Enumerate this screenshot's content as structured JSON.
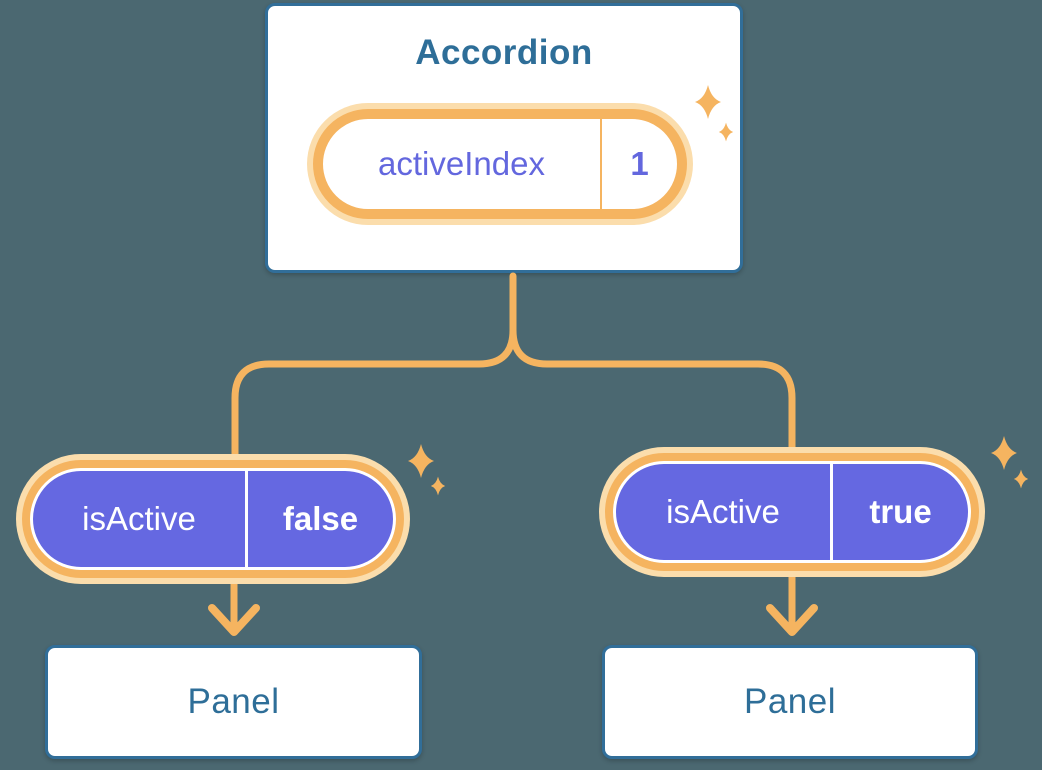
{
  "diagram": {
    "background": "#4B6871",
    "colors": {
      "card_border": "#316E99",
      "card_text": "#2E6E98",
      "connector_orange": "#F5B460",
      "halo_orange": "#FBDDAC",
      "pill_purple": "#6568E1",
      "purple_text": "#6367DE",
      "pill_text_white": "#FFFFFF"
    },
    "icons": {
      "sparkle-icon": "✦",
      "down-arrow-icon": "↓"
    },
    "root": {
      "title": "Accordion",
      "state_pill": {
        "label": "activeIndex",
        "value": "1"
      }
    },
    "children": [
      {
        "pill": {
          "label": "isActive",
          "value": "false"
        },
        "panel": {
          "title": "Panel"
        }
      },
      {
        "pill": {
          "label": "isActive",
          "value": "true"
        },
        "panel": {
          "title": "Panel"
        }
      }
    ]
  }
}
